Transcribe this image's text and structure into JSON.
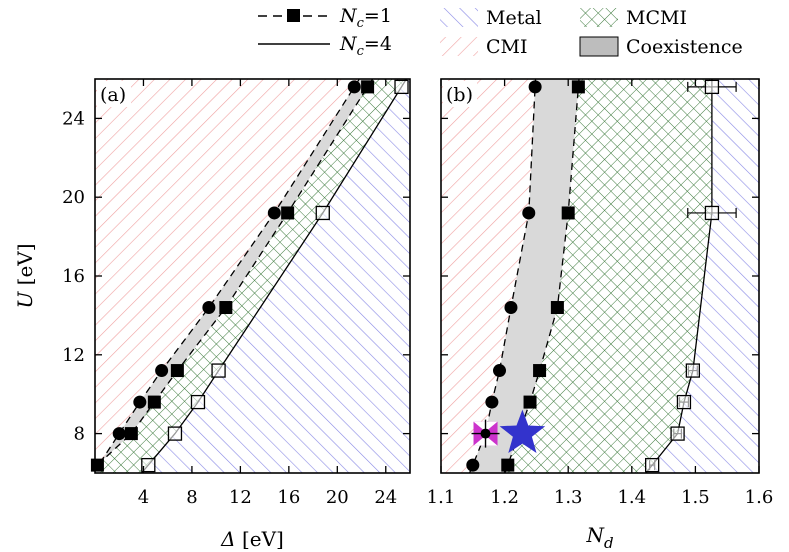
{
  "legend": {
    "lines": [
      {
        "label": "N_c=1",
        "symbol": "N",
        "sub": "c",
        "rest": "=1",
        "dash": true
      },
      {
        "label": "N_c=4",
        "symbol": "N",
        "sub": "c",
        "rest": "=4",
        "dash": false
      }
    ],
    "regions": [
      {
        "label": "Metal",
        "pattern": "metal"
      },
      {
        "label": "MCMI",
        "pattern": "mcmi"
      },
      {
        "label": "CMI",
        "pattern": "cmi"
      },
      {
        "label": "Coexistence",
        "pattern": "coex"
      }
    ]
  },
  "colors": {
    "metal": "#8a8ae6",
    "cmi": "#f0a0a0",
    "mcmi": "#3d7a3d",
    "coex": "#d9d9d9",
    "star": "#3333cc",
    "magenta": "#cc33cc"
  },
  "chart_data": [
    {
      "type": "scatter",
      "panel": "(a)",
      "xlabel": "Δ [eV]",
      "ylabel": "U [eV]",
      "xlim": [
        0,
        26
      ],
      "ylim": [
        6,
        26
      ],
      "xticks": [
        "4",
        "8",
        "12",
        "16",
        "20",
        "24"
      ],
      "xtick_values": [
        4,
        8,
        12,
        16,
        20,
        24
      ],
      "yticks": [
        "8",
        "12",
        "16",
        "20",
        "24"
      ],
      "ytick_values": [
        8,
        12,
        16,
        20,
        24
      ],
      "series": [
        {
          "name": "N_c=1",
          "marker": "circle",
          "line": "dashed",
          "x": [
            2.0,
            3.7,
            5.5,
            9.4,
            14.8,
            21.4
          ],
          "y": [
            8.0,
            9.6,
            11.2,
            14.4,
            19.2,
            25.6
          ]
        },
        {
          "name": "N_c=1",
          "marker": "filled-square",
          "line": "dashed",
          "x": [
            0.2,
            3.0,
            4.9,
            6.8,
            10.8,
            15.9,
            22.5
          ],
          "y": [
            6.4,
            8.0,
            9.6,
            11.2,
            14.4,
            19.2,
            25.6
          ]
        },
        {
          "name": "N_c=4",
          "marker": "open-square",
          "line": "solid",
          "x": [
            4.4,
            6.6,
            8.5,
            10.2,
            18.8,
            25.3
          ],
          "y": [
            6.4,
            8.0,
            9.6,
            11.2,
            19.2,
            25.6
          ]
        }
      ]
    },
    {
      "type": "scatter",
      "panel": "(b)",
      "xlabel": "N_d",
      "xlim": [
        1.1,
        1.6
      ],
      "ylim": [
        6,
        26
      ],
      "xticks": [
        "1.1",
        "1.2",
        "1.3",
        "1.4",
        "1.5",
        "1.6"
      ],
      "xtick_values": [
        1.1,
        1.2,
        1.3,
        1.4,
        1.5,
        1.6
      ],
      "series": [
        {
          "name": "N_c=1",
          "marker": "circle",
          "line": "dashed",
          "x": [
            1.15,
            1.17,
            1.18,
            1.192,
            1.21,
            1.238,
            1.248
          ],
          "y": [
            6.4,
            8.0,
            9.6,
            11.2,
            14.4,
            19.2,
            25.6
          ]
        },
        {
          "name": "N_c=1",
          "marker": "filled-square",
          "line": "dashed",
          "x": [
            1.205,
            1.24,
            1.255,
            1.283,
            1.3,
            1.316
          ],
          "y": [
            6.4,
            9.6,
            11.2,
            14.4,
            19.2,
            25.6
          ]
        },
        {
          "name": "N_c=4",
          "marker": "open-square",
          "line": "solid",
          "x": [
            1.432,
            1.472,
            1.482,
            1.496,
            1.526,
            1.526
          ],
          "y": [
            6.4,
            8.0,
            9.6,
            11.2,
            19.2,
            25.6
          ],
          "xerr": [
            0.004,
            0.006,
            0.007,
            0.007,
            0.038,
            0.038
          ]
        },
        {
          "name": "",
          "marker": "star",
          "x": [
            1.228
          ],
          "y": [
            8.0
          ]
        },
        {
          "name": "",
          "marker": "magenta-square",
          "x": [
            1.17
          ],
          "y": [
            8.0
          ]
        }
      ]
    }
  ]
}
